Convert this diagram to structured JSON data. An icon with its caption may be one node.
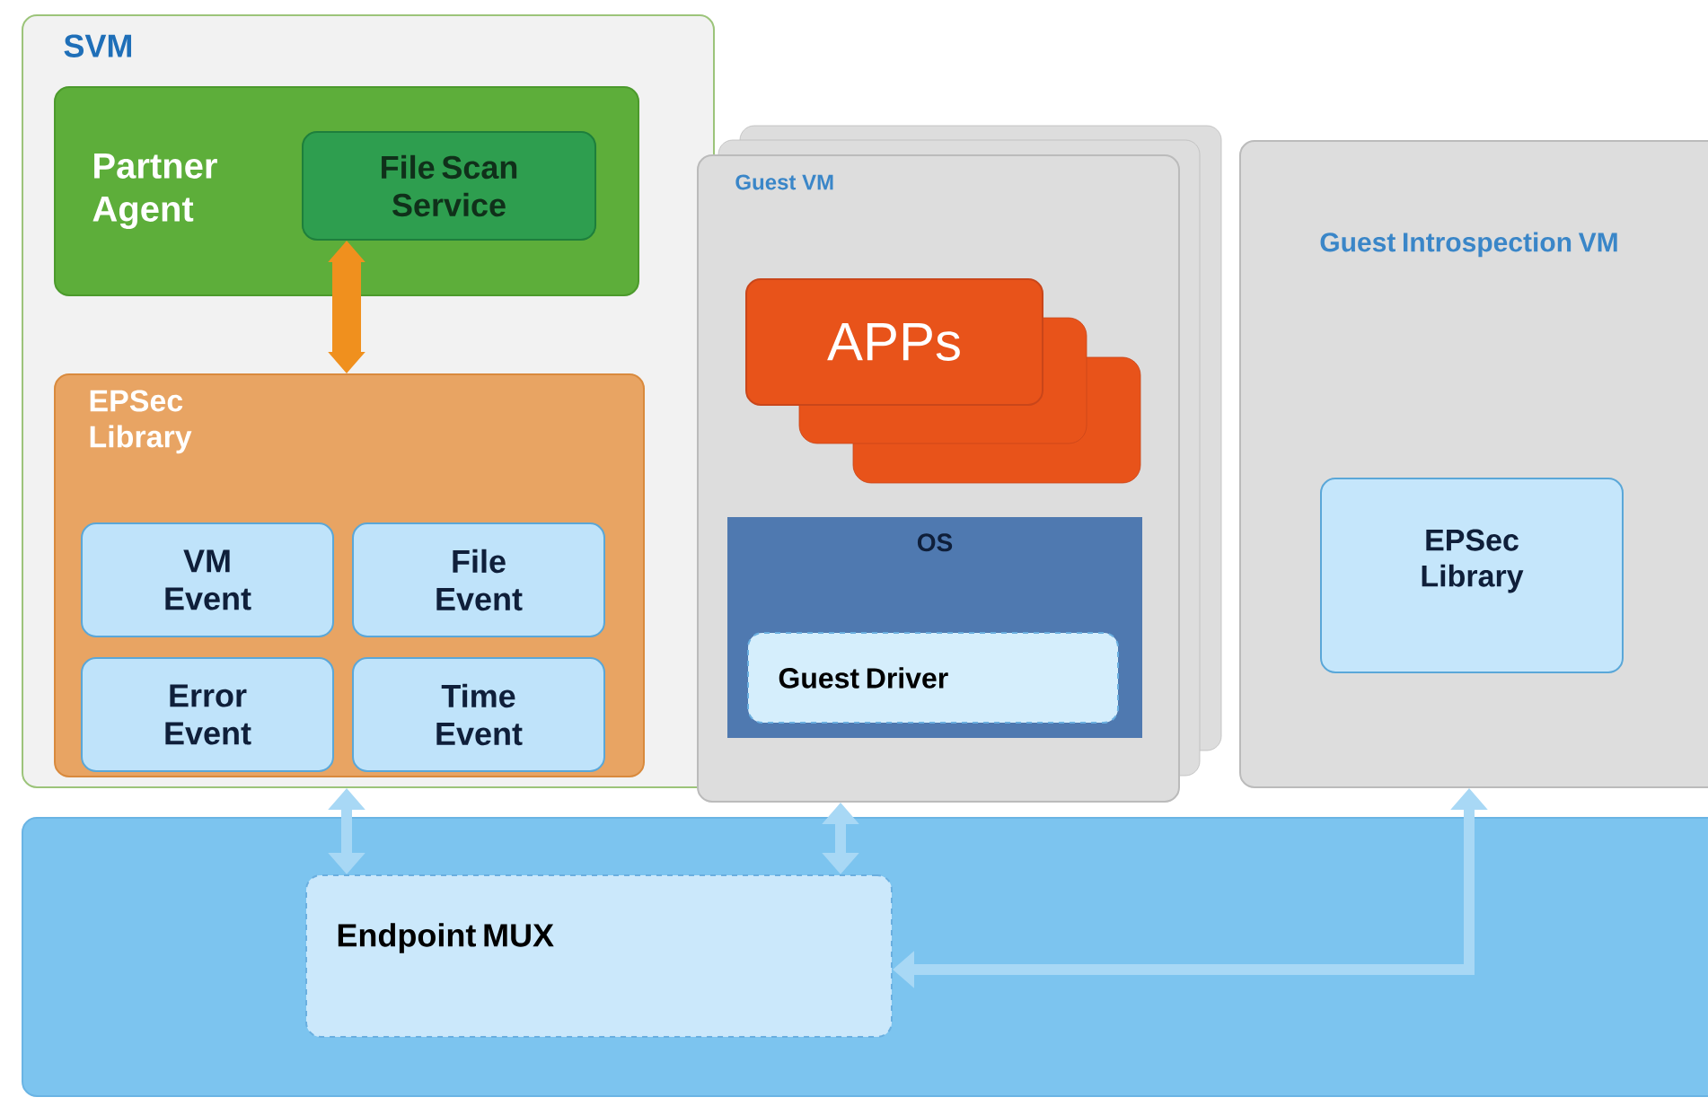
{
  "diagram": {
    "nodes": [
      {
        "text": [
          "SVM"
        ]
      },
      {
        "text": [
          "Partner Agent"
        ],
        "in": 0
      },
      {
        "text": [
          "File Scan Service"
        ],
        "in": 1
      },
      {
        "text": [
          "EPSec Library"
        ],
        "in": 0
      },
      {
        "text": [
          "VM Event"
        ],
        "in": 3
      },
      {
        "text": [
          "File Event"
        ],
        "in": 3
      },
      {
        "text": [
          "Error Event"
        ],
        "in": 3
      },
      {
        "text": [
          "Time Event"
        ],
        "in": 3
      },
      {
        "text": [
          "Guest VM"
        ]
      },
      {
        "text": [
          "APPs"
        ],
        "in": 8
      },
      {
        "text": [
          "OS"
        ],
        "in": 8
      },
      {
        "text": [
          "Guest Driver"
        ],
        "in": 10
      },
      {
        "text": [
          "Guest Introspection VM"
        ]
      },
      {
        "text": [
          "EPSec Library"
        ],
        "in": 12
      },
      {
        "text": [],
        "shape": "box"
      },
      {
        "text": [
          "Endpoint MUX"
        ],
        "in": 14
      }
    ],
    "edges": [
      {
        "from": 2,
        "to": 3,
        "arrow": "both",
        "style": "thick",
        "color": "#f0901e"
      },
      {
        "from": 0,
        "to": 15,
        "arrow": "both"
      },
      {
        "from": 8,
        "to": 15,
        "arrow": "both"
      },
      {
        "from": 15,
        "to": 12,
        "arrow": "both"
      }
    ]
  }
}
